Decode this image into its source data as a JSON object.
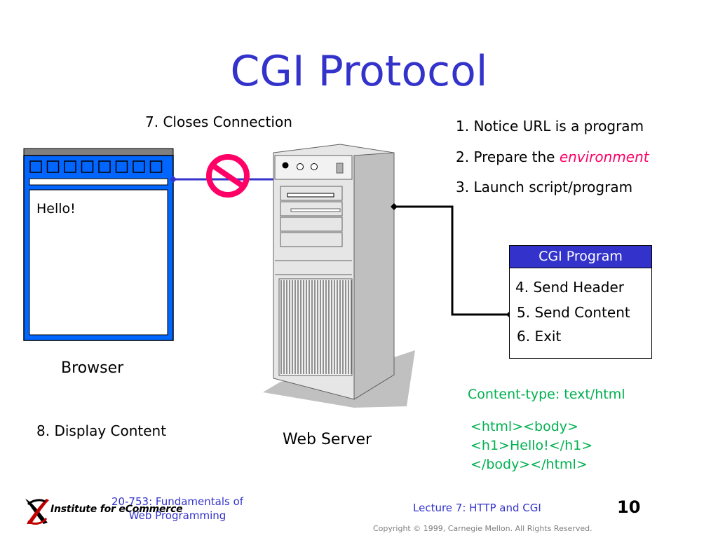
{
  "title": "CGI Protocol",
  "browser": {
    "content": "Hello!",
    "label": "Browser"
  },
  "server": {
    "label": "Web Server"
  },
  "steps": {
    "step1": "1. Notice URL is a program",
    "step2_prefix": "2. Prepare the ",
    "step2_emphasis": "environment",
    "step3": "3. Launch script/program",
    "step7": "7. Closes Connection",
    "step8": "8. Display Content"
  },
  "cgi_program": {
    "title": "CGI Program",
    "steps": [
      "4. Send Header",
      "5. Send Content",
      "6. Exit"
    ]
  },
  "response": {
    "content_type": "Content-type: text/html",
    "lines": [
      "<html><body>",
      "<h1>Hello!</h1>",
      "</body></html>"
    ]
  },
  "footer": {
    "logo_text": "Institute for eCommerce",
    "course_line1": "20-753: Fundamentals of",
    "course_line2": "Web Programming",
    "lecture": "Lecture 7: HTTP and CGI",
    "page_number": "10",
    "copyright": "Copyright © 1999, Carnegie Mellon. All Rights Reserved."
  },
  "colors": {
    "title": "#3333cc",
    "browser_frame": "#0066ff",
    "emphasis": "#ff0066",
    "response_text": "#00b050",
    "no_symbol": "#ff0066",
    "connector": "#3333cc"
  }
}
